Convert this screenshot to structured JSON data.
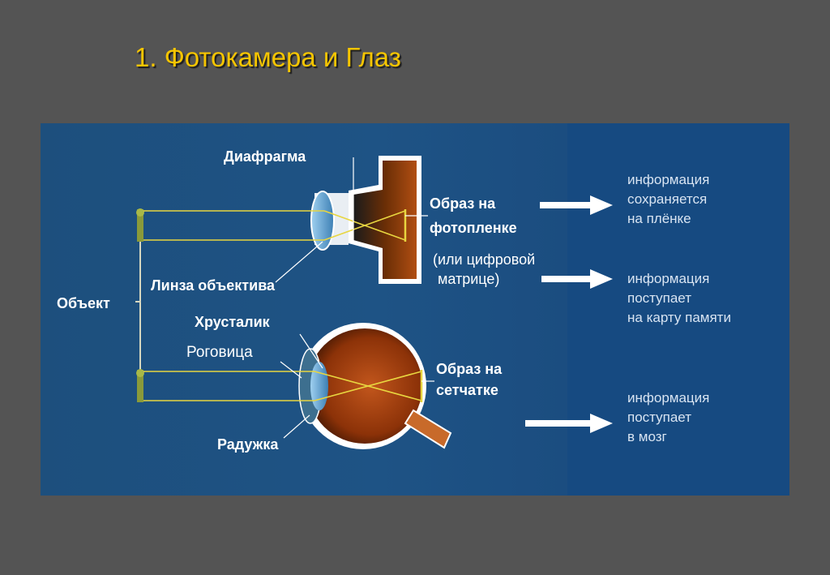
{
  "title": "1. Фотокамера и Глаз",
  "labels": {
    "diaphragm": "Диафрагма",
    "lens": "Линза объектива",
    "object": "Объект",
    "crystalline_lens": "Хрусталик",
    "cornea": "Роговица",
    "iris": "Радужка",
    "image_on_film_1": "Образ на",
    "image_on_film_2": "фотопленке",
    "digital_1": "(или цифровой",
    "digital_2": "матрице)",
    "image_on_retina_1": "Образ на",
    "image_on_retina_2": "сетчатке"
  },
  "info": {
    "film": [
      "информация",
      "сохраняется",
      "на плёнке"
    ],
    "memory": [
      "информация",
      "поступает",
      "на карту памяти"
    ],
    "brain": [
      "информация",
      "поступает",
      "в мозг"
    ]
  },
  "colors": {
    "background": "#545454",
    "title": "#f6c500",
    "panel": "#1d4f7d",
    "eye": "#c0521a",
    "ray": "#e8d640"
  }
}
